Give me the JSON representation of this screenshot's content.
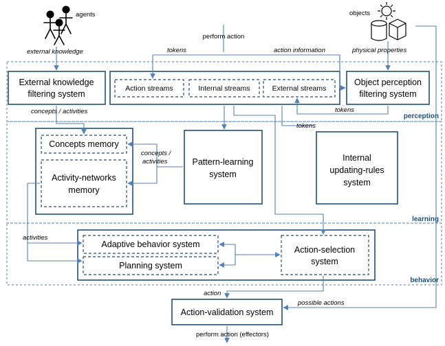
{
  "regions": {
    "perception": "perception",
    "learning": "learning",
    "behavior": "behavior"
  },
  "actors": {
    "agents": "agents",
    "objects": "objects"
  },
  "boxes": {
    "external_knowledge": [
      "External knowledge",
      "filtering system"
    ],
    "action_streams": "Action streams",
    "internal_streams": "Internal streams",
    "external_streams": "External streams",
    "object_perception": [
      "Object perception",
      "filtering system"
    ],
    "concepts_memory": "Concepts memory",
    "activity_networks": [
      "Activity-networks",
      "memory"
    ],
    "pattern_learning": [
      "Pattern-learning",
      "system"
    ],
    "internal_updating": [
      "Internal",
      "updating-rules",
      "system"
    ],
    "adaptive_behavior": "Adaptive behavior system",
    "planning": "Planning system",
    "action_selection": [
      "Action-selection",
      "system"
    ],
    "action_validation": "Action-validation system"
  },
  "labels": {
    "external_knowledge": "external knowledge",
    "perform_action": "perform action",
    "tokens_top": "tokens",
    "action_information": "action information",
    "physical_properties": "physical properties",
    "concepts_activities": "concepts / activities",
    "tokens_right": "tokens",
    "tokens_mid": "tokens",
    "concepts_activities_2": [
      "concepts /",
      "activities"
    ],
    "activities": "activities",
    "action": "action",
    "possible_actions": "possible actions",
    "perform_action_effectors": "perform action (effectors)"
  },
  "colors": {
    "box_stroke": "#1f4e79",
    "arrow": "#4f81bd",
    "region_label": "#1f4e79"
  }
}
